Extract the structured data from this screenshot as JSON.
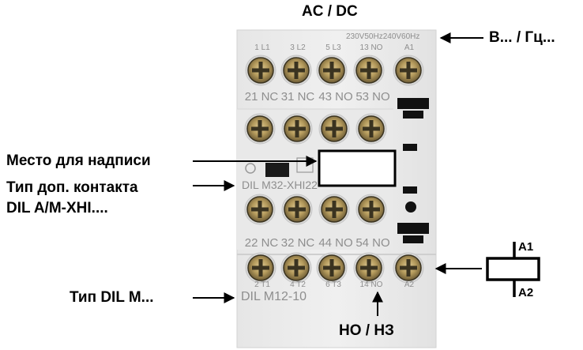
{
  "callouts": {
    "top": "AC / DC",
    "voltage_freq": "В... / Гц...",
    "label_space": "Место для надписи",
    "aux_type_line1": "Тип доп. контакта",
    "aux_type_line2": "DIL A/M-XHI....",
    "main_type": "Тип DIL M...",
    "no_nc": "НО / НЗ",
    "coil_top": "A1",
    "coil_bottom": "A2"
  },
  "device": {
    "rating": "230V50Hz240V60Hz",
    "top_terminals": [
      "1 L1",
      "3 L2",
      "5 L3",
      "13 NO",
      "A1"
    ],
    "aux_top_contacts": [
      "21 NC",
      "31 NC",
      "43 NO",
      "53 NO"
    ],
    "aux_module_model": "DIL M32-XHI22",
    "aux_bottom_contacts": [
      "22 NC",
      "32 NC",
      "44 NO",
      "54 NO"
    ],
    "bottom_terminals": [
      "2 T1",
      "4 T2",
      "6 T3",
      "14 NO",
      "A2"
    ],
    "main_model": "DIL M12-10"
  },
  "colors": {
    "body": "#ebebeb",
    "screw_brass": "#b49a5c",
    "screw_dark": "#3a3320",
    "printed_text": "#8e8e8e",
    "callout": "#000000"
  }
}
